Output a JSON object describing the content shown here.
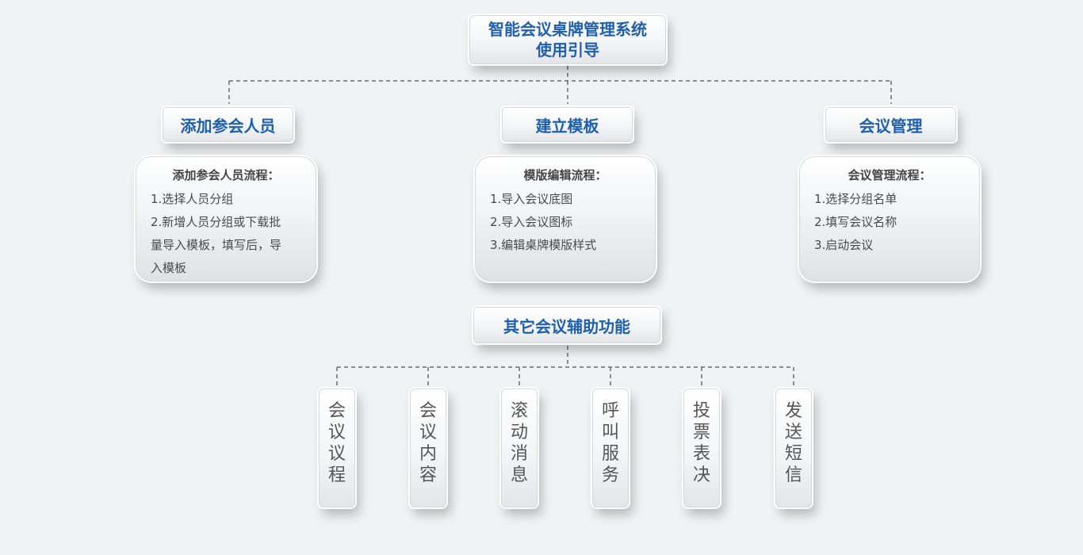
{
  "title": {
    "line1": "智能会议桌牌管理系统",
    "line2": "使用引导"
  },
  "sections": [
    {
      "heading": "添加参会人员",
      "card_title": "添加参会人员流程：",
      "lines": [
        "1.选择人员分组",
        "2.新增人员分组或下载批",
        "量导入模板，填写后，导",
        "入模板"
      ]
    },
    {
      "heading": "建立模板",
      "card_title": "模版编辑流程：",
      "lines": [
        "1.导入会议底图",
        "2.导入会议图标",
        "3.编辑桌牌模版样式"
      ]
    },
    {
      "heading": "会议管理",
      "card_title": "会议管理流程：",
      "lines": [
        "1.选择分组名单",
        "2.填写会议名称",
        "3.启动会议"
      ]
    }
  ],
  "other": {
    "heading": "其它会议辅助功能",
    "items": [
      [
        "会",
        "议",
        "议",
        "程"
      ],
      [
        "会",
        "议",
        "内",
        "容"
      ],
      [
        "滚",
        "动",
        "消",
        "息"
      ],
      [
        "呼",
        "叫",
        "服",
        "务"
      ],
      [
        "投",
        "票",
        "表",
        "决"
      ],
      [
        "发",
        "送",
        "短",
        "信"
      ]
    ]
  },
  "colors": {
    "heading_text": "#1f5fae",
    "connector": "#6b6b6b"
  }
}
